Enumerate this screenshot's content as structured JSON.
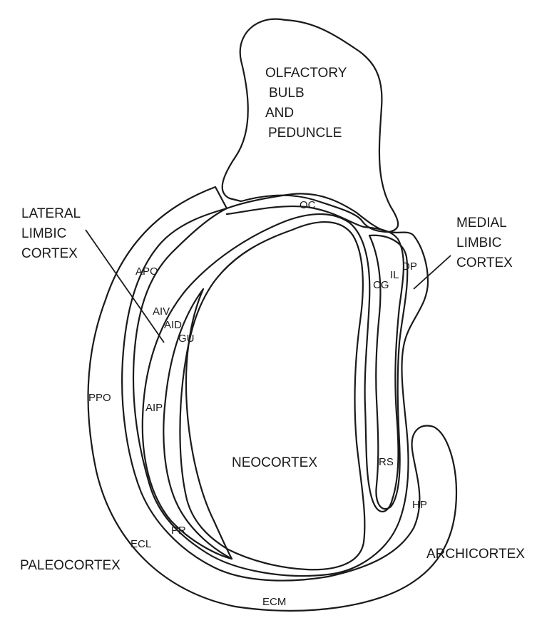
{
  "olfactory": {
    "line1": "OLFACTORY",
    "line2": "BULB",
    "line3": "AND",
    "line4": "PEDUNCLE"
  },
  "lateral_limbic": {
    "line1": "LATERAL",
    "line2": "LIMBIC",
    "line3": "CORTEX"
  },
  "medial_limbic": {
    "line1": "MEDIAL",
    "line2": "LIMBIC",
    "line3": "CORTEX"
  },
  "regions": {
    "oc": "OC",
    "apo": "APO",
    "aiv": "AIV",
    "aid": "AID",
    "gu": "GU",
    "aip": "AIP",
    "ppo": "PPO",
    "ecl": "ECL",
    "pr": "PR",
    "cg": "CG",
    "il": "IL",
    "dp": "DP",
    "rs": "RS",
    "hp": "HP",
    "ecm": "ECM",
    "neocortex": "NEOCORTEX",
    "paleocortex": "PALEOCORTEX",
    "archicortex": "ARCHICORTEX"
  }
}
